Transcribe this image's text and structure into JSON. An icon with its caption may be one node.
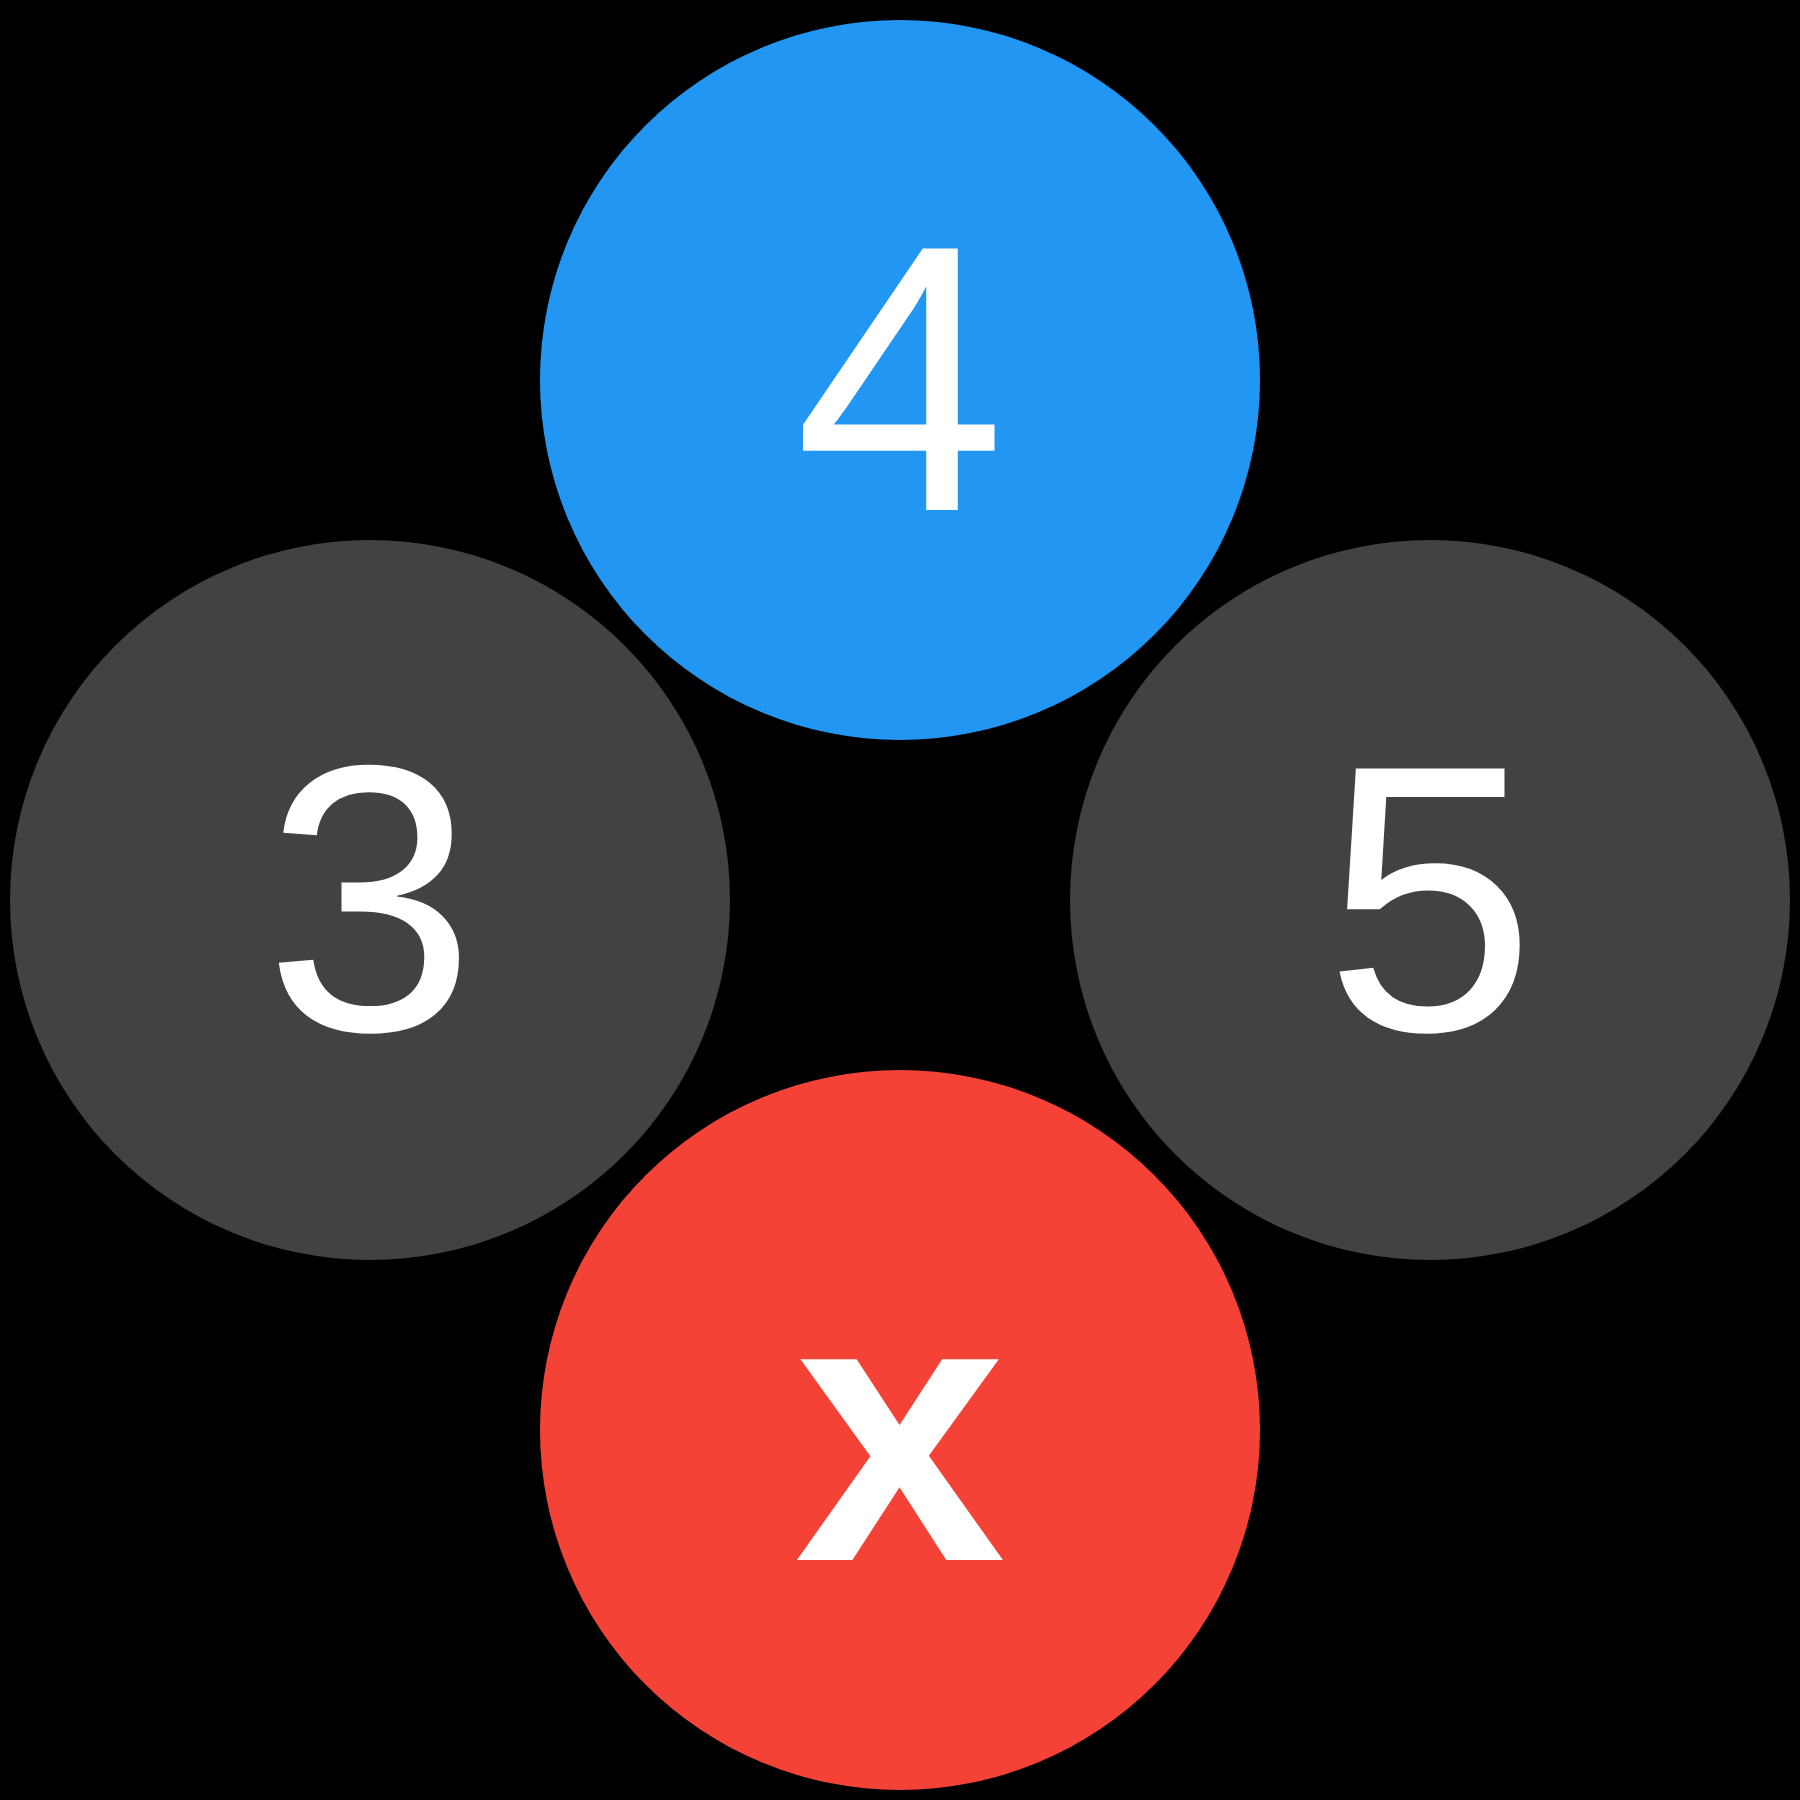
{
  "diagram": {
    "nodes": [
      {
        "text": [
          "4"
        ]
      },
      {
        "text": [
          "3"
        ]
      },
      {
        "text": [
          "5"
        ]
      },
      {
        "text": [
          "x"
        ]
      }
    ]
  }
}
